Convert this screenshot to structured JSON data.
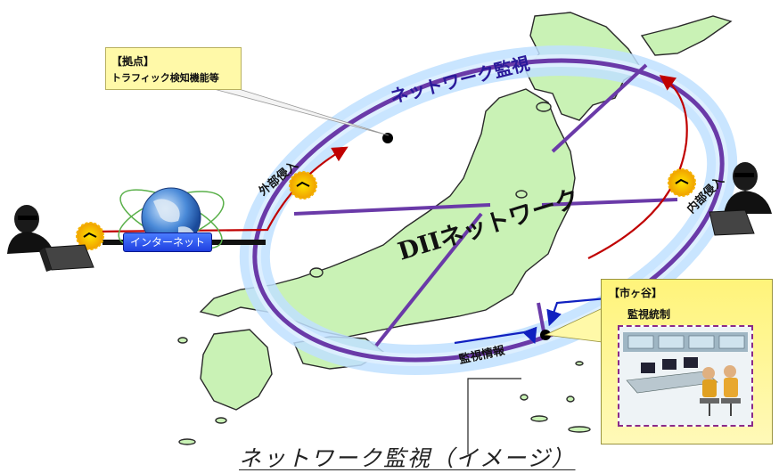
{
  "ring_label": "ネットワーク監視",
  "center_label": "DIIネットワーク",
  "base_callout": {
    "title": "【拠点】",
    "subtitle": "トラフィック検知機能等"
  },
  "hq_callout": {
    "title": "【市ヶ谷】",
    "subtitle": "監視統制"
  },
  "external_intrusion": "外部侵入",
  "internal_intrusion": "内部侵入",
  "monitoring_info": "監視情報",
  "internet_label": "インターネット",
  "caption": "ネットワーク監視（イメージ）",
  "colors": {
    "ring": "#6a3aa8",
    "glow": "#bfe0ff",
    "land": "#c9f2b5",
    "arrow_red": "#c00000",
    "arrow_blue": "#1020c0",
    "label_blue": "#2a1a9a"
  }
}
